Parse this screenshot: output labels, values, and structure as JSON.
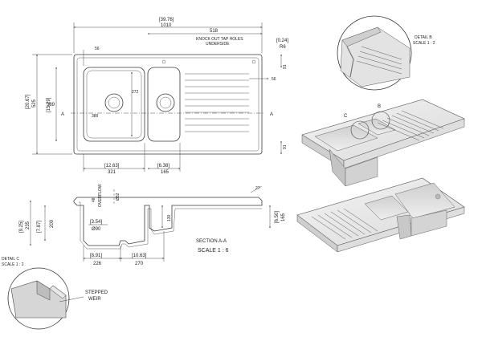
{
  "top_view": {
    "dims": {
      "overall_in": "[39.76]",
      "overall_mm": "1010",
      "bowl_span": "518",
      "knockout_line1": "KNOCK OUT TAP HOLES",
      "knockout_line2": "UNDERSIDE",
      "radius_in": "[0.24]",
      "radius_mm": "R6",
      "depth_in": "[20.67]",
      "depth_mm": "525",
      "bowl_depth_in": "[15.29]",
      "bowl_depth_mm": "389",
      "small_bowl_h": "389",
      "inner_272": "272",
      "top_56": "56",
      "right_56": "56",
      "right_91_top": "91",
      "right_91_bottom": "91",
      "small_bowl_in": "[12.63]",
      "small_bowl_mm": "321",
      "gap_in": "[6.38]",
      "gap_mm": "165",
      "section_left": "A",
      "section_right": "A"
    }
  },
  "section_view": {
    "dims": {
      "overflow_48": "48",
      "overflow_label": "OVERFLOW",
      "dia_32": "Ø32",
      "top_27": "27",
      "left_in": "[9.25]",
      "left_mm": "235",
      "inner_in": "[7.87]",
      "inner_mm": "200",
      "mid_130": "130",
      "right_in": "[6.50]",
      "right_mm": "165",
      "waste_in": "[3.54]",
      "waste_mm": "Ø90",
      "bottom1_in": "[8.91]",
      "bottom1_mm": "226",
      "bottom2_in": "[10.63]",
      "bottom2_mm": "270"
    },
    "caption_line1": "SECTION A-A",
    "caption_line2": "SCALE 1 : 6"
  },
  "detail_b": {
    "line1": "DETAIL B",
    "line2": "SCALE 1 : 2"
  },
  "detail_c": {
    "line1": "DETAIL C",
    "line2": "SCALE 1 : 2",
    "callout1": "STEPPED",
    "callout2": "WEIR"
  },
  "iso_view": {
    "label_c": "C",
    "label_b": "B"
  }
}
